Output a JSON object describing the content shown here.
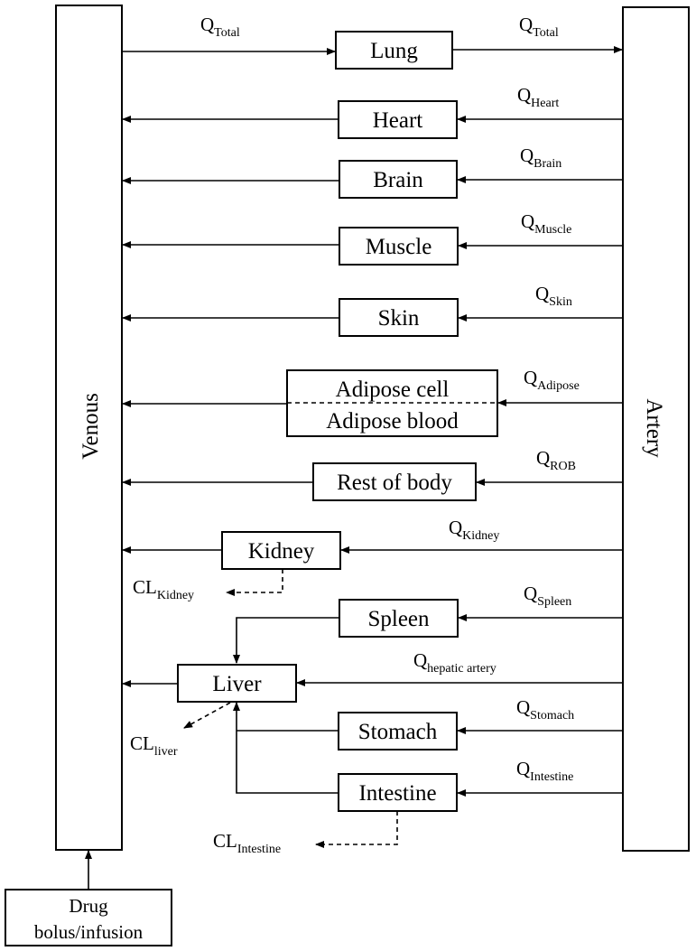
{
  "venous": {
    "label": "Venous"
  },
  "artery": {
    "label": "Artery"
  },
  "organs": {
    "lung": "Lung",
    "heart": "Heart",
    "brain": "Brain",
    "muscle": "Muscle",
    "skin": "Skin",
    "adipose_cell": "Adipose cell",
    "adipose_blood": "Adipose blood",
    "rest_of_body": "Rest of body",
    "kidney": "Kidney",
    "spleen": "Spleen",
    "liver": "Liver",
    "stomach": "Stomach",
    "intestine": "Intestine"
  },
  "flows": {
    "q_symbol": "Q",
    "total": "Total",
    "heart": "Heart",
    "brain": "Brain",
    "muscle": "Muscle",
    "skin": "Skin",
    "adipose": "Adipose",
    "rob": "ROB",
    "kidney": "Kidney",
    "spleen": "Spleen",
    "hepatic_artery": "hepatic artery",
    "stomach": "Stomach",
    "intestine": "Intestine"
  },
  "clearances": {
    "cl_symbol": "CL",
    "kidney": "Kidney",
    "liver": "liver",
    "intestine": "Intestine"
  },
  "drug": {
    "line1": "Drug",
    "line2": "bolus/infusion"
  }
}
